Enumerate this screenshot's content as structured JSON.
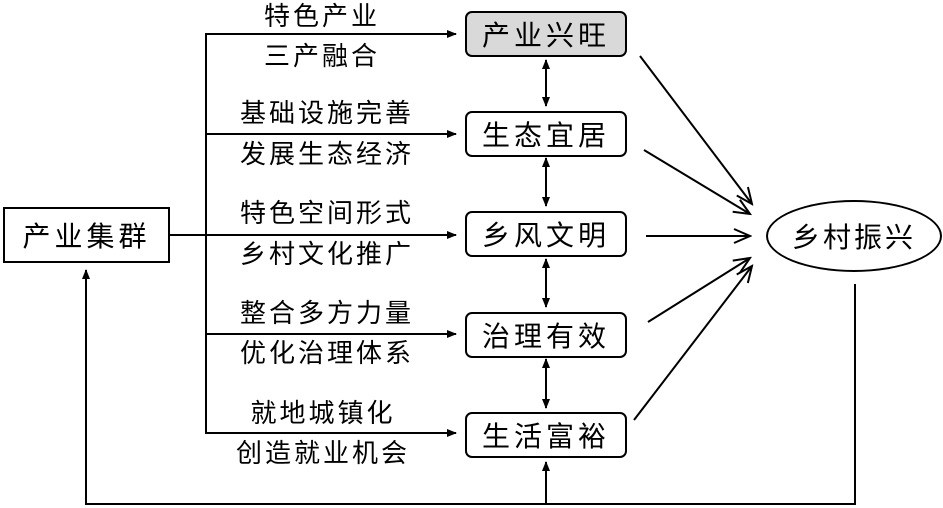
{
  "source": {
    "label": "产业集群"
  },
  "target": {
    "label": "乡村振兴"
  },
  "outcomes": [
    {
      "label": "产业兴旺",
      "highlighted": true
    },
    {
      "label": "生态宜居",
      "highlighted": false
    },
    {
      "label": "乡风文明",
      "highlighted": false
    },
    {
      "label": "治理有效",
      "highlighted": false
    },
    {
      "label": "生活富裕",
      "highlighted": false
    }
  ],
  "pathways": [
    {
      "above": "特色产业",
      "below": "三产融合"
    },
    {
      "above": "基础设施完善",
      "below": "发展生态经济"
    },
    {
      "above": "特色空间形式",
      "below": "乡村文化推广"
    },
    {
      "above": "整合多方力量",
      "below": "优化治理体系"
    },
    {
      "above": "就地城镇化",
      "below": "创造就业机会"
    }
  ],
  "colors": {
    "line": "#000000",
    "highlight_fill": "#d9d9d9",
    "background": "#ffffff"
  }
}
